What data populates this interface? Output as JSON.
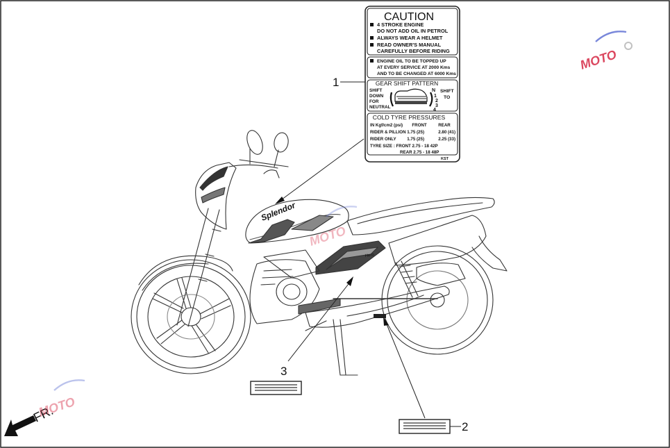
{
  "decal": {
    "caution": {
      "title": "CAUTION",
      "lines": [
        "4 STROKE ENGINE",
        "DO NOT ADD OIL IN PETROL",
        "ALWAYS WEAR A HELMET",
        "READ OWNER'S MANUAL",
        "CAREFULLY BEFORE RIDING"
      ]
    },
    "oil": {
      "lines": [
        "ENGINE OIL TO BE TOPPED UP",
        "AT EVERY SERVICE AT 2000 Kms",
        "AND TO BE CHANGED AT 6000 Kms"
      ]
    },
    "gear": {
      "title": "GEAR SHIFT PATTERN",
      "left": [
        "SHIFT",
        "DOWN",
        "FOR",
        "NEUTRAL"
      ],
      "right": [
        "SHIFT",
        "TO"
      ],
      "gears": [
        "N",
        "1",
        "2",
        "3",
        "4"
      ]
    },
    "tyre": {
      "title": "COLD TYRE PRESSURES",
      "header": [
        "IN Kgf/cm2 (psi)",
        "FRONT",
        "REAR"
      ],
      "rows": [
        [
          "RIDER & PILLION",
          "1.75 (25)",
          "2.80 (41)"
        ],
        [
          "RIDER ONLY",
          "1.75 (25)",
          "2.25 (33)"
        ]
      ],
      "size_front": "TYRE SIZE : FRONT 2.75 - 18 42P",
      "size_rear": "REAR 2.75 - 18 48P",
      "code": "KST"
    }
  },
  "callouts": {
    "one": "1",
    "two": "2",
    "three": "3"
  },
  "direction": "FR.",
  "tank_brand": "Splendor",
  "side_brand": "Hero",
  "watermark": "MOTO"
}
